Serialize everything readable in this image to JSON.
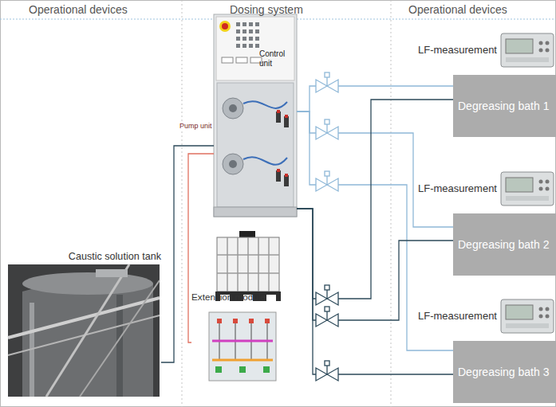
{
  "diagram": {
    "nodes": [
      {
        "text": [
          "Control unit"
        ]
      },
      {
        "text": [
          "Extension module"
        ]
      },
      {
        "text": [
          "Caustic solution tank"
        ]
      },
      {
        "text": [
          "LF-measurement"
        ]
      },
      {
        "text": [
          "Degreasing bath 1"
        ]
      },
      {
        "text": [
          "LF-measurement"
        ]
      },
      {
        "text": [
          "Degreasing bath 2"
        ]
      },
      {
        "text": [
          "LF-measurement"
        ]
      },
      {
        "text": [
          "Degreasing bath 3"
        ]
      }
    ],
    "edges": [
      {
        "from": 2,
        "to": 0,
        "arrow": "none"
      },
      {
        "from": 0,
        "to": 1,
        "arrow": "none"
      },
      {
        "from": 0,
        "to": 4,
        "arrow": "none"
      },
      {
        "from": 0,
        "to": 6,
        "arrow": "none"
      },
      {
        "from": 0,
        "to": 8,
        "arrow": "none"
      },
      {
        "from": 0,
        "to": 4,
        "arrow": "none"
      },
      {
        "from": 0,
        "to": 6,
        "arrow": "none"
      },
      {
        "from": 0,
        "to": 8,
        "arrow": "none"
      }
    ],
    "labels": [
      "Operational devices",
      "Dosing system",
      "Operational devices",
      "Pump unit"
    ]
  }
}
